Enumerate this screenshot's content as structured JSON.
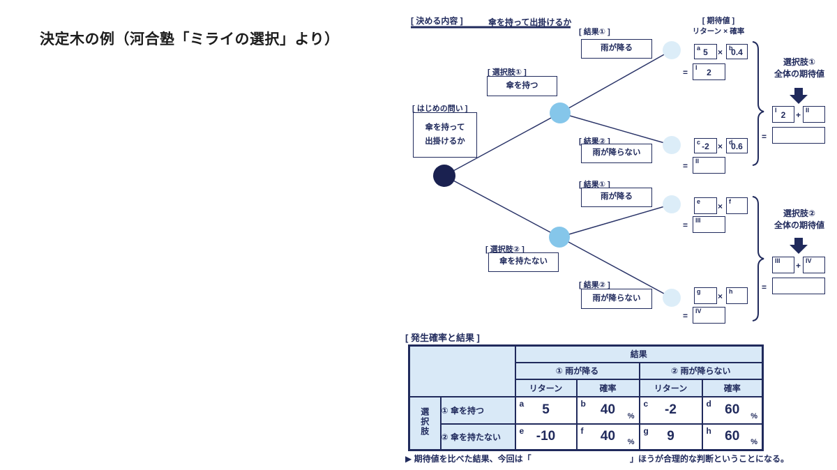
{
  "title": "決定木の例（河合塾「ミライの選択」より）",
  "tree": {
    "decide": {
      "label": "[ 決める内容 ]",
      "value": "傘を持って出掛けるか"
    },
    "expected": {
      "label": "[ 期待値 ]",
      "formula": "リターン × 確率"
    },
    "first_question": {
      "label": "[ はじめの問い ]",
      "line1": "傘を持って",
      "line2": "出掛けるか"
    },
    "option1": {
      "label": "[ 選択肢① ]",
      "text": "傘を持つ"
    },
    "option2": {
      "label": "[ 選択肢② ]",
      "text": "傘を持たない"
    },
    "branch1": {
      "result1": {
        "label": "[ 結果① ]",
        "text": "雨が降る"
      },
      "calc1": {
        "sup_l": "a",
        "val_l": "5",
        "op": "×",
        "sup_r": "b",
        "val_r": "0.4",
        "eq": "=",
        "sup_out": "I",
        "val_out": "2"
      },
      "result2": {
        "label": "[ 結果② ]",
        "text": "雨が降らない"
      },
      "calc2": {
        "sup_l": "c",
        "val_l": "-2",
        "op": "×",
        "sup_r": "d",
        "val_r": "0.6",
        "eq": "=",
        "sup_out": "II",
        "val_out": ""
      },
      "total": {
        "title1": "選択肢①",
        "title2": "全体の期待値",
        "sup_l": "I",
        "val_l": "2",
        "plus": "+",
        "sup_r": "II",
        "val_r": "",
        "eq": "=",
        "val_out": ""
      }
    },
    "branch2": {
      "result1": {
        "label": "[ 結果① ]",
        "text": "雨が降る"
      },
      "calc1": {
        "sup_l": "e",
        "val_l": "",
        "op": "×",
        "sup_r": "f",
        "val_r": "",
        "eq": "=",
        "sup_out": "III",
        "val_out": ""
      },
      "result2": {
        "label": "[ 結果② ]",
        "text": "雨が降らない"
      },
      "calc2": {
        "sup_l": "g",
        "val_l": "",
        "op": "×",
        "sup_r": "h",
        "val_r": "",
        "eq": "=",
        "sup_out": "IV",
        "val_out": ""
      },
      "total": {
        "title1": "選択肢②",
        "title2": "全体の期待値",
        "sup_l": "III",
        "val_l": "",
        "plus": "+",
        "sup_r": "IV",
        "val_r": "",
        "eq": "=",
        "val_out": ""
      }
    }
  },
  "table": {
    "section_label": "[ 発生確率と結果 ]",
    "header": {
      "result": "結果",
      "outcome1": "① 雨が降る",
      "outcome2": "② 雨が降らない",
      "return": "リターン",
      "probability": "確率"
    },
    "row_group_label": "選択肢",
    "rows": [
      {
        "label": "① 傘を持つ",
        "cells": [
          {
            "sup": "a",
            "val": "5",
            "unit": ""
          },
          {
            "sup": "b",
            "val": "40",
            "unit": "%"
          },
          {
            "sup": "c",
            "val": "-2",
            "unit": ""
          },
          {
            "sup": "d",
            "val": "60",
            "unit": "%"
          }
        ]
      },
      {
        "label": "② 傘を持たない",
        "cells": [
          {
            "sup": "e",
            "val": "-10",
            "unit": ""
          },
          {
            "sup": "f",
            "val": "40",
            "unit": "%"
          },
          {
            "sup": "g",
            "val": "9",
            "unit": ""
          },
          {
            "sup": "h",
            "val": "60",
            "unit": "%"
          }
        ]
      }
    ]
  },
  "footnote": {
    "marker": "▶",
    "pre": "期待値を比べた結果、今回は「",
    "post": "」ほうが合理的な判断ということになる。"
  },
  "colors": {
    "navy": "#202a5c",
    "node_dark": "#1a2150",
    "node_mid": "#85c6ea",
    "node_pale": "#dcedf8",
    "header_fill": "#d9e9f7"
  }
}
